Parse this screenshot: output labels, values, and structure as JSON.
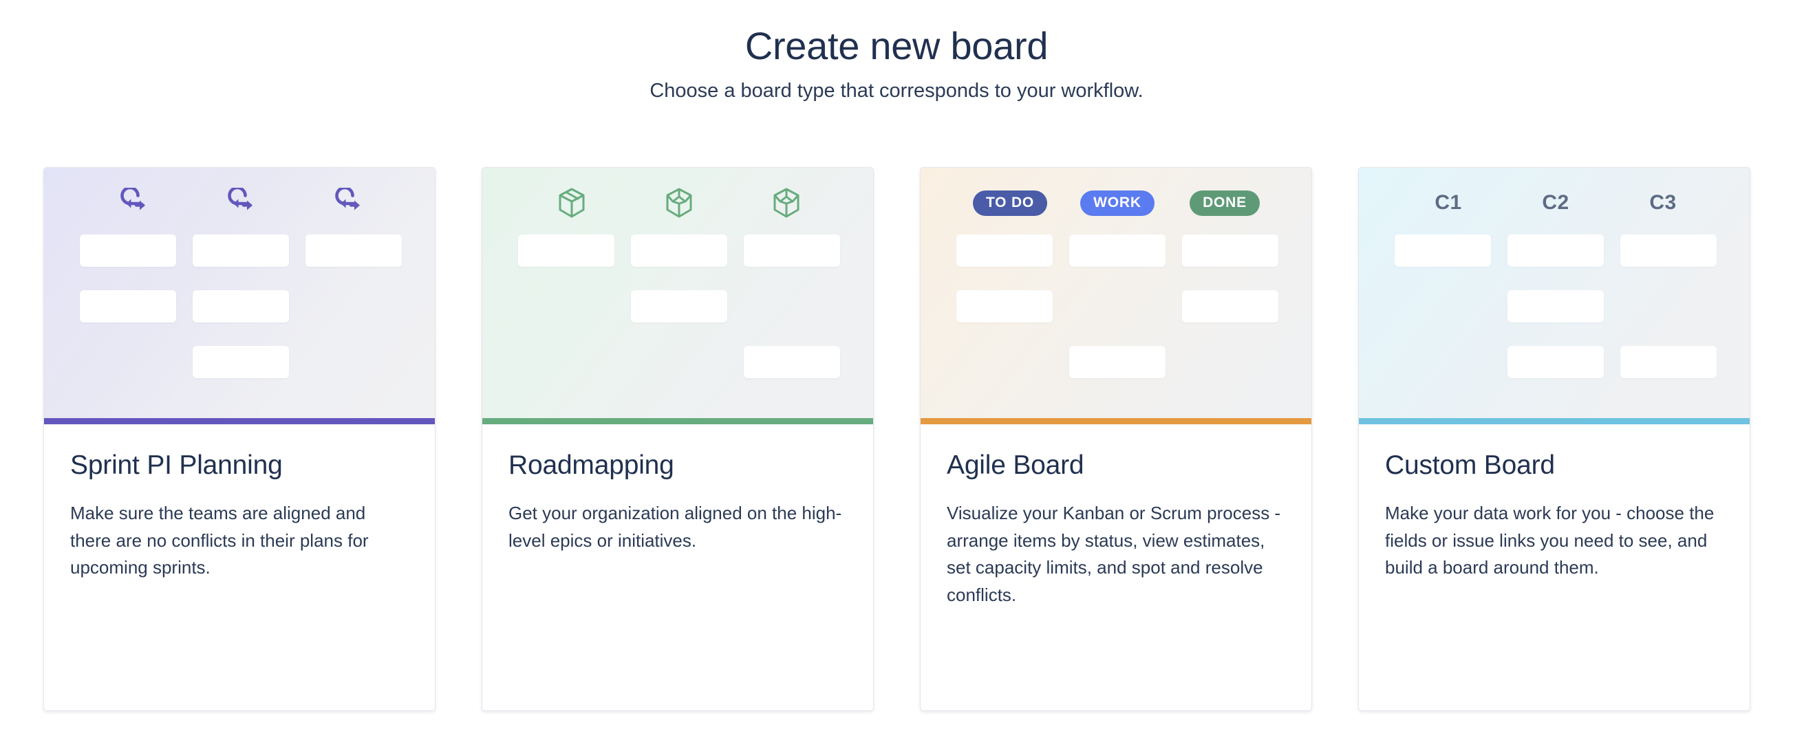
{
  "header": {
    "title": "Create new board",
    "subtitle": "Choose a board type that corresponds to your workflow."
  },
  "colors": {
    "title_text": "#20304f",
    "body_text": "#2b3a55",
    "accent_purple": "#6357bd",
    "accent_green": "#67ac7e",
    "accent_orange": "#e39a41",
    "accent_cyan": "#6fc2e0",
    "pill_todo": "#4a5ba8",
    "pill_work": "#5b7bf0",
    "pill_done": "#5f9a77",
    "col_label": "#5d6b84",
    "card_surface": "#ffffff",
    "card_border": "#e4e6ea"
  },
  "cards": [
    {
      "id": "sprint-pi-planning",
      "title": "Sprint PI Planning",
      "description": "Make sure the teams are aligned and there are no conflicts in their plans for upcoming sprints.",
      "accent_color": "#6357bd",
      "header_type": "icons",
      "header_items": [
        {
          "icon": "sprint-iteration-icon",
          "label": ""
        },
        {
          "icon": "sprint-iteration-icon",
          "label": ""
        },
        {
          "icon": "sprint-iteration-icon",
          "label": ""
        }
      ],
      "tile_grid": [
        [
          1,
          1,
          1
        ],
        [
          1,
          1,
          0
        ],
        [
          0,
          1,
          0
        ]
      ]
    },
    {
      "id": "roadmapping",
      "title": "Roadmapping",
      "description": "Get your organization aligned on the high-level epics or initiatives.",
      "accent_color": "#67ac7e",
      "header_type": "icons",
      "header_items": [
        {
          "icon": "epic-box-closed-icon",
          "label": ""
        },
        {
          "icon": "epic-box-open-icon",
          "label": ""
        },
        {
          "icon": "epic-box-open-icon",
          "label": ""
        }
      ],
      "tile_grid": [
        [
          1,
          1,
          1
        ],
        [
          0,
          1,
          0
        ],
        [
          0,
          0,
          1
        ]
      ]
    },
    {
      "id": "agile-board",
      "title": "Agile Board",
      "description": "Visualize your Kanban or Scrum process - arrange items by status, view estimates, set capacity limits, and spot and resolve conflicts.",
      "accent_color": "#e39a41",
      "header_type": "pills",
      "header_items": [
        {
          "icon": "status-pill",
          "label": "TO DO",
          "color": "#4a5ba8"
        },
        {
          "icon": "status-pill",
          "label": "WORK",
          "color": "#5b7bf0"
        },
        {
          "icon": "status-pill",
          "label": "DONE",
          "color": "#5f9a77"
        }
      ],
      "tile_grid": [
        [
          1,
          1,
          1
        ],
        [
          1,
          0,
          1
        ],
        [
          0,
          1,
          0
        ]
      ]
    },
    {
      "id": "custom-board",
      "title": "Custom Board",
      "description": "Make your data work for you - choose the fields or issue links you need to see, and build a board around them.",
      "accent_color": "#6fc2e0",
      "header_type": "labels",
      "header_items": [
        {
          "icon": "column-label",
          "label": "C1"
        },
        {
          "icon": "column-label",
          "label": "C2"
        },
        {
          "icon": "column-label",
          "label": "C3"
        }
      ],
      "tile_grid": [
        [
          1,
          1,
          1
        ],
        [
          0,
          1,
          0
        ],
        [
          0,
          1,
          1
        ]
      ]
    }
  ]
}
